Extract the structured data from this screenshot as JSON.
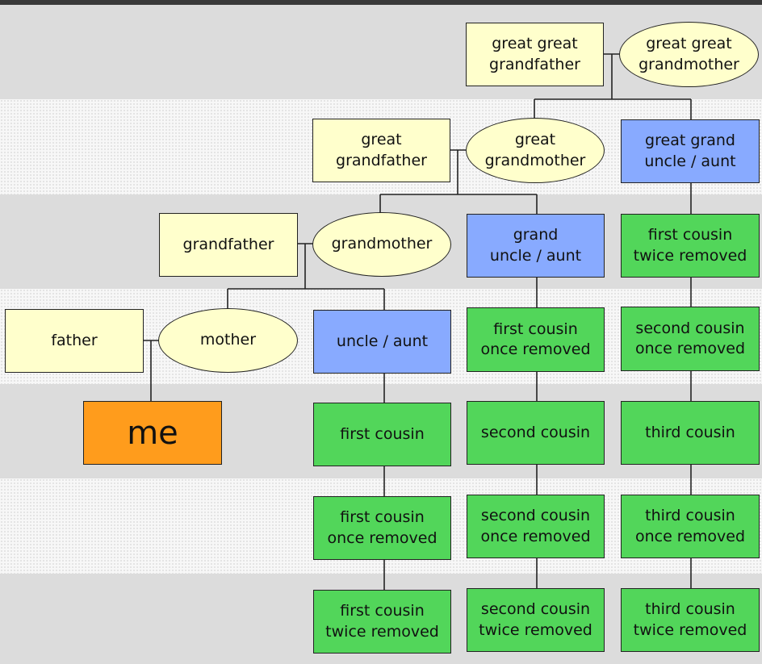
{
  "diagram": {
    "colors": {
      "ancestor": "#ffffcc",
      "uncle": "#88aaff",
      "cousin": "#52d65a",
      "me": "#ff9c1c",
      "band_gray": "#dcdcdc",
      "band_light": "#f7f7f7"
    },
    "nodes": {
      "great_great_grandfather": "great great\ngrandfather",
      "great_great_grandmother": "great great\ngrandmother",
      "great_grandfather": "great\ngrandfather",
      "great_grandmother": "great\ngrandmother",
      "great_grand_uncle_aunt": "great grand\nuncle / aunt",
      "grandfather": "grandfather",
      "grandmother": "grandmother",
      "grand_uncle_aunt": "grand\nuncle / aunt",
      "first_cousin_twice_removed_up": "first cousin\ntwice removed",
      "father": "father",
      "mother": "mother",
      "uncle_aunt": "uncle / aunt",
      "first_cousin_once_removed_up": "first cousin\nonce removed",
      "second_cousin_once_removed_up": "second cousin\nonce removed",
      "me": "me",
      "first_cousin": "first cousin",
      "second_cousin": "second cousin",
      "third_cousin": "third cousin",
      "first_cousin_once_removed": "first cousin\nonce removed",
      "second_cousin_once_removed": "second cousin\nonce removed",
      "third_cousin_once_removed": "third cousin\nonce removed",
      "first_cousin_twice_removed": "first cousin\ntwice removed",
      "second_cousin_twice_removed": "second cousin\ntwice removed",
      "third_cousin_twice_removed": "third cousin\ntwice removed"
    }
  }
}
